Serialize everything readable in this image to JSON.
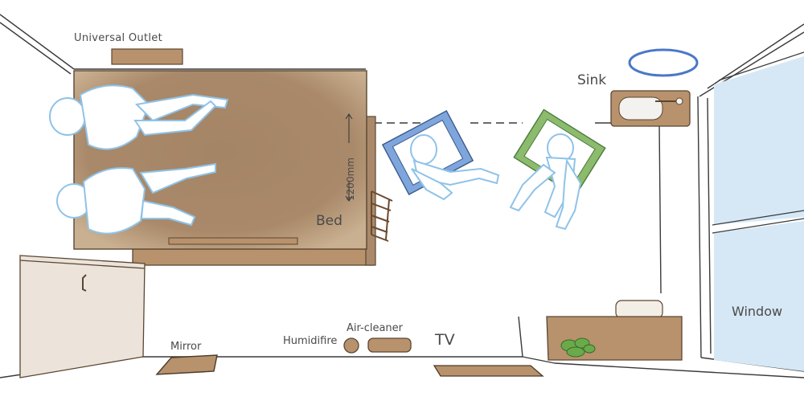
{
  "labels": {
    "universal_outlet": "Universal Outlet",
    "sink": "Sink",
    "bed": "Bed",
    "bed_dimension": "1200mm",
    "mirror": "Mirror",
    "humidifier": "Humidifire",
    "air_cleaner": "Air-cleaner",
    "tv": "TV",
    "window": "Window"
  },
  "colors": {
    "wall_line": "#3a3a3a",
    "bed": "#a9896a",
    "furniture_brown": "#b8926c",
    "closet": "#ece4da",
    "window_glass": "#d6e8f6",
    "sink_ring": "#4a78c8",
    "chair_blue": "#7fa6dc",
    "chair_green": "#8cbb6e",
    "person_outline": "#8fc3e8",
    "plant": "#6aaa4a"
  }
}
